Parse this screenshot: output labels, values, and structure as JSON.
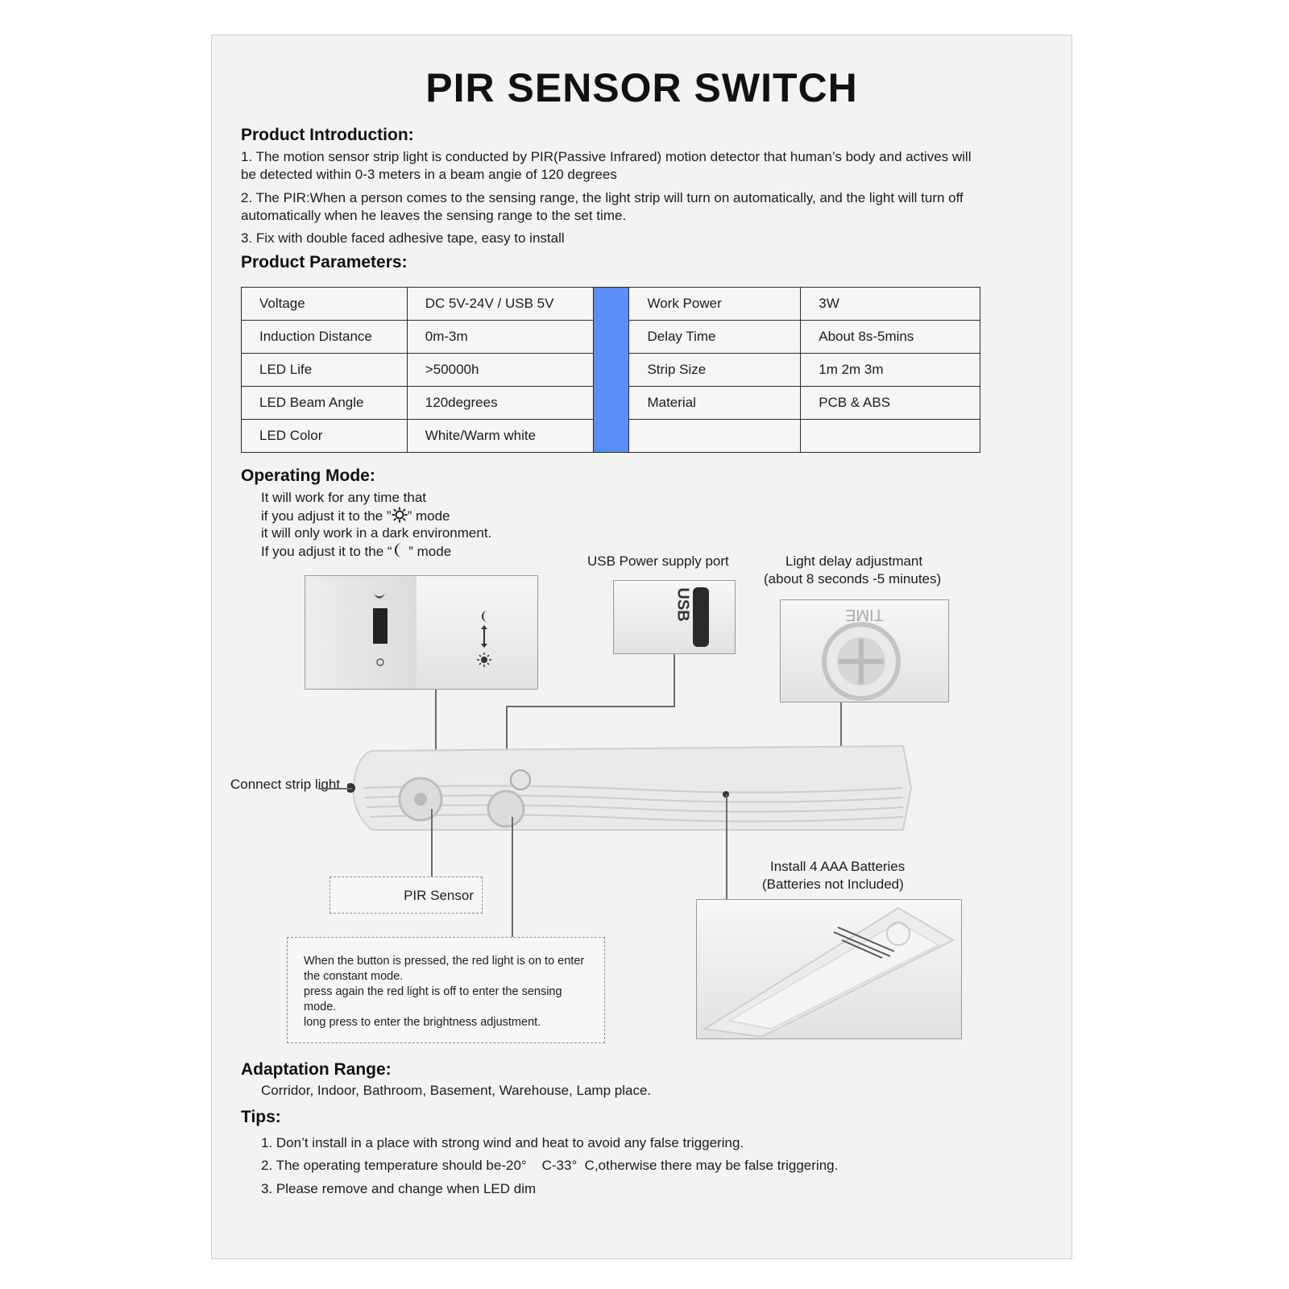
{
  "title": "PIR SENSOR SWITCH",
  "intro": {
    "heading": "Product Introduction:",
    "items": [
      "1. The motion sensor strip light is conducted by PIR(Passive Infrared) motion detector that human’s body and actives will",
      "be detected within 0-3 meters in a beam angie of 120 degrees",
      "2. The PIR:When a person comes to the sensing range, the light strip will turn on automatically, and the light will turn off",
      "automatically when he leaves the sensing range to the set time.",
      "3. Fix with double faced adhesive tape, easy to install"
    ]
  },
  "params": {
    "heading": "Product Parameters:",
    "accent": "#5b8ef7",
    "rows": [
      [
        "Voltage",
        "DC 5V-24V / USB 5V",
        "Work Power",
        "3W"
      ],
      [
        "Induction Distance",
        "0m-3m",
        "Delay Time",
        "About 8s-5mins"
      ],
      [
        "LED Life",
        ">50000h",
        "Strip Size",
        "1m  2m  3m"
      ],
      [
        "LED Beam Angle",
        "120degrees",
        "Material",
        "PCB & ABS"
      ],
      [
        "LED Color",
        "White/Warm white",
        "",
        ""
      ]
    ]
  },
  "operating": {
    "heading": "Operating Mode:",
    "line1": "It will work for any time that",
    "line2a": "if you adjust it to the ”",
    "line2b": "” mode",
    "line3": "it will only work in a dark environment.",
    "line4a": "If you adjust it to the “",
    "line4b": " ” mode",
    "sun_icon": "sun-icon",
    "moon_icon": "moon-icon"
  },
  "diagram": {
    "usb_label": "USB Power supply port",
    "usb_print": "USB",
    "delay_label_1": "Light delay adjustmant",
    "delay_label_2": "(about 8 seconds -5 minutes)",
    "time_print": "TIME",
    "connect_label": "Connect strip light",
    "pir_label": "PIR Sensor",
    "battery_label_1": "Install 4 AAA Batteries",
    "battery_label_2": "(Batteries not Included)",
    "button_text": [
      "When the button is pressed, the red light is on to enter",
      "the constant mode.",
      "press again the red light is off to enter the sensing",
      "mode.",
      "long press to enter the brightness adjustment."
    ]
  },
  "adaptation": {
    "heading": "Adaptation Range:",
    "text": "Corridor, Indoor, Bathroom, Basement, Warehouse, Lamp place."
  },
  "tips": {
    "heading": "Tips:",
    "items": [
      "1. Don’t install in a place with strong wind and heat to avoid any false triggering.",
      "2. The operating temperature should be-20°    C-33°  C,otherwise there may be false triggering.",
      "3. Please remove and change when LED dim"
    ]
  }
}
